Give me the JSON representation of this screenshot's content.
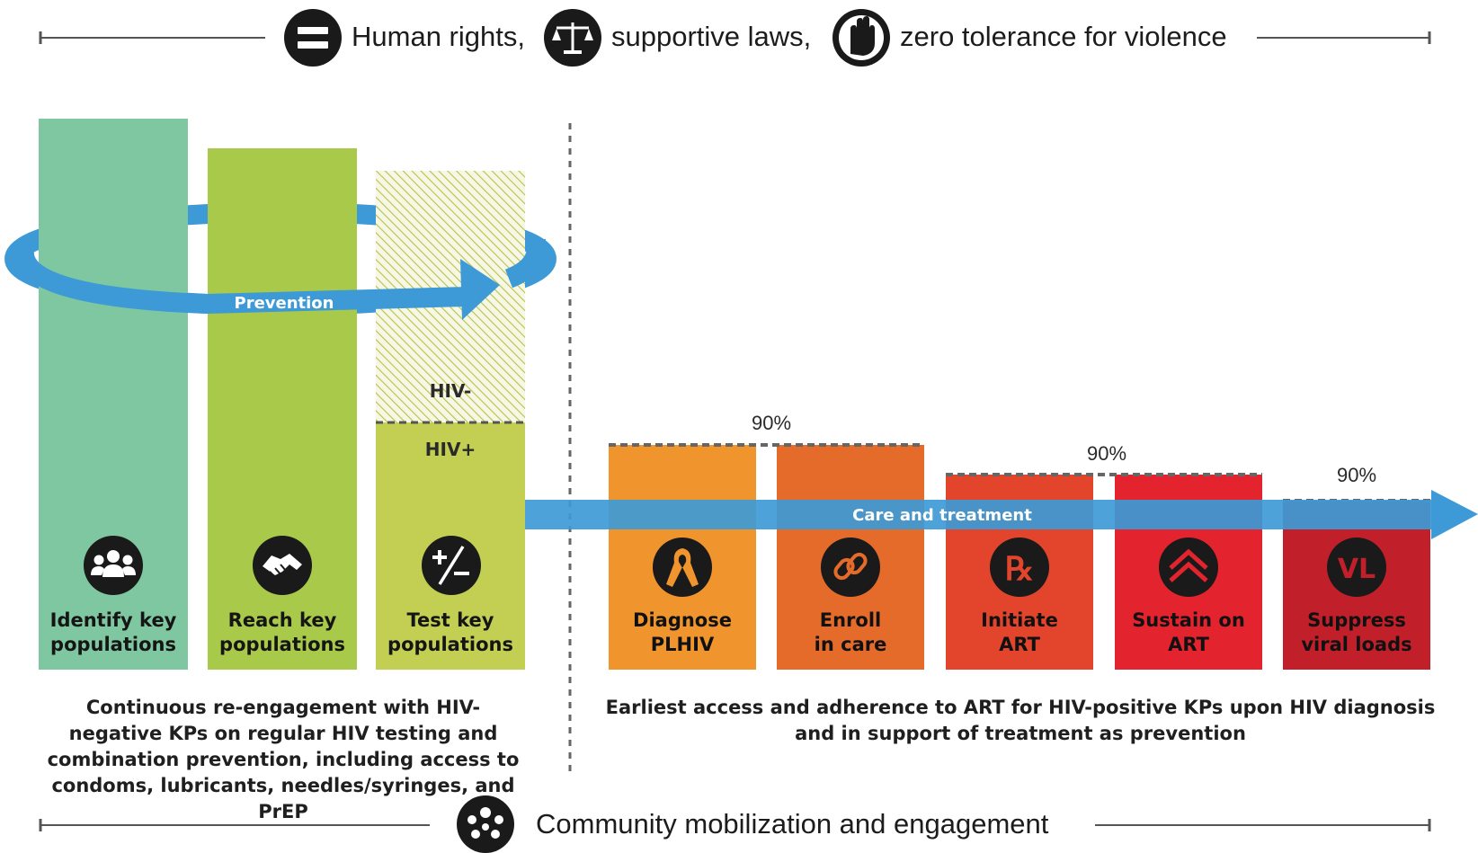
{
  "header": {
    "human_rights": "Human rights,",
    "supportive_laws": "supportive laws,",
    "zero_tolerance": "zero tolerance for violence",
    "icons": [
      "equals-icon",
      "scales-icon",
      "stop-hand-icon"
    ]
  },
  "prevention": {
    "arrow_label": "Prevention",
    "columns": [
      {
        "line1": "Identify key",
        "line2": "populations",
        "icon": "people-group-icon",
        "color": "#7fc7a0"
      },
      {
        "line1": "Reach key",
        "line2": "populations",
        "icon": "handshake-icon",
        "color": "#a8c94a"
      },
      {
        "line1": "Test key",
        "line2": "populations",
        "icon": "plus-minus-icon",
        "color": "#c3cf52"
      }
    ],
    "hiv_negative": "HIV-",
    "hiv_positive": "HIV+",
    "description": "Continuous re-engagement with HIV-negative KPs on regular HIV testing and combination prevention, including access to condoms, lubricants, needles/syringes, and PrEP"
  },
  "care": {
    "arrow_label": "Care and treatment",
    "targets": [
      "90%",
      "90%",
      "90%"
    ],
    "columns": [
      {
        "line1": "Diagnose",
        "line2": "PLHIV",
        "icon": "ribbon-icon",
        "color": "#f0952e"
      },
      {
        "line1": "Enroll",
        "line2": "in care",
        "icon": "chain-link-icon",
        "color": "#e56b2b"
      },
      {
        "line1": "Initiate",
        "line2": "ART",
        "icon": "rx-icon",
        "color": "#e2452b"
      },
      {
        "line1": "Sustain on",
        "line2": "ART",
        "icon": "chevrons-up-icon",
        "color": "#e3232e"
      },
      {
        "line1": "Suppress",
        "line2": "viral loads",
        "icon": "vl-icon",
        "color": "#c1202a"
      }
    ],
    "description": "Earliest access and adherence to ART for HIV-positive KPs upon HIV diagnosis and in support of treatment as prevention"
  },
  "footer": {
    "label": "Community mobilization and engagement",
    "icon": "community-icon"
  },
  "colors": {
    "arrow_blue": "#3d9ad6",
    "dark": "#1a1a1a"
  }
}
